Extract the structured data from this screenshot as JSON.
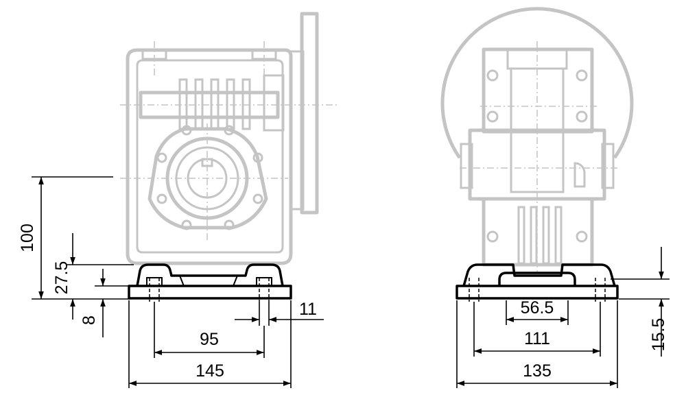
{
  "dimensions": {
    "side_height": "100",
    "side_base_height": "27.5",
    "side_plate_thickness": "8",
    "side_hole_diameter": "11",
    "side_hole_spacing": "95",
    "side_base_width": "145",
    "front_slot_width": "56.5",
    "front_hole_spacing": "111",
    "front_base_width": "135",
    "front_base_height": "15.5"
  },
  "colors": {
    "outline": "#c4c4c4",
    "base": "#000000",
    "background": "#ffffff"
  }
}
